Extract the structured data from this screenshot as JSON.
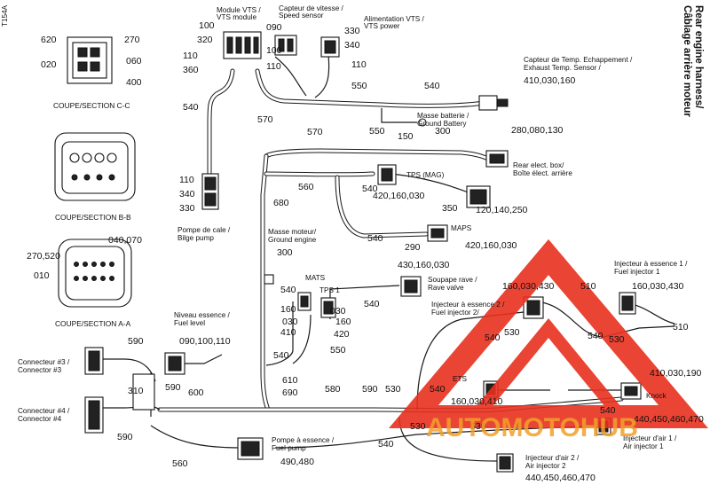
{
  "doc_code": "T154A",
  "title": {
    "en": "Rear engine harness/",
    "fr": "Câblage arrière moteur"
  },
  "sections": {
    "cc": "COUPE/SECTION C-C",
    "bb": "COUPE/SECTION B-B",
    "aa": "COUPE/SECTION A-A"
  },
  "components": {
    "module_vts": "Module VTS /",
    "vts_module": "VTS module",
    "speed_fr": "Capteur de vitesse /",
    "speed_en": "Speed sensor",
    "alim_fr": "Alimentation VTS /",
    "alim_en": "VTS power",
    "exhaust_fr": "Capteur de Temp. Echappement /",
    "exhaust_en": "Exhaust Temp. Sensor /",
    "battery_fr": "Masse batterie /",
    "battery_en": "Ground Battery",
    "elect_box_en": "Rear elect. box/",
    "elect_box_fr": "Boîte élect. arrière",
    "tps_mag": "TPS (MAG)",
    "engine_gnd_fr": "Masse moteur/",
    "engine_gnd_en": "Ground engine",
    "maps": "MAPS",
    "bilge_fr": "Pompe de cale /",
    "bilge_en": "Bilge pump",
    "mats": "MATS",
    "tps1": "TPS 1",
    "rave_fr": "Soupape rave /",
    "rave_en": "Rave valve",
    "inj2_fr": "Injecteur à essence 2 /",
    "inj2_en": "Fuel injector 2/",
    "inj1_fr": "Injecteur à essence 1 /",
    "inj1_en": "Fuel injector 1",
    "level_fr": "Niveau essence /",
    "level_en": "Fuel level",
    "conn3_fr": "Connecteur #3 /",
    "conn3_en": "Connector #3",
    "conn4_fr": "Connecteur #4 /",
    "conn4_en": "Connector #4",
    "ets": "ETS",
    "knock": "Knock",
    "pump_fr": "Pompe à essence /",
    "pump_en": "Fuel pump",
    "air1_fr": "Injecteur d'air 1 /",
    "air1_en": "Air injector 1",
    "air2_fr": "Injecteur d'air 2 /",
    "air2_en": "Air injector 2"
  },
  "refs": {
    "r620": "620",
    "r270": "270",
    "r020": "020",
    "r060": "060",
    "r400": "400",
    "r040_070": "040,070",
    "r270_520": "270,520",
    "r010": "010",
    "r100a": "100",
    "r320": "320",
    "r110a": "110",
    "r360": "360",
    "r090": "090",
    "r100b": "100",
    "r110b": "110",
    "r330a": "330",
    "r340a": "340",
    "r110c": "110",
    "r550a": "550",
    "r540a": "540",
    "r540b": "540",
    "r570a": "570",
    "r410_030_160": "410,030,160",
    "r550b": "550",
    "r150": "150",
    "r300a": "300",
    "r570b": "570",
    "r280_080_130": "280,080,130",
    "r540c": "540",
    "r420_160_030": "420,160,030",
    "r560a": "560",
    "r680": "680",
    "r350": "350",
    "r120_140_250": "120,140,250",
    "r110d": "110",
    "r340b": "340",
    "r330b": "330",
    "r540d": "540",
    "r290": "290",
    "r420_160_030b": "420,160,030",
    "r300b": "300",
    "r540e": "540",
    "r160a": "160",
    "r030a": "030",
    "r410a": "410",
    "r540f": "540",
    "r030b": "030",
    "r160b": "160",
    "r420": "420",
    "r550c": "550",
    "r430_160_030": "430,160,030",
    "r540g": "540",
    "r160_030_430a": "160,030,430",
    "r510a": "510",
    "r540h": "540",
    "r530a": "530",
    "r160_030_430b": "160,030,430",
    "r510b": "510",
    "r530b": "530",
    "r540i": "540",
    "r590a": "590",
    "r090_100_110": "090,100,110",
    "r610": "610",
    "r690": "690",
    "r310": "310",
    "r590b": "590",
    "r600": "600",
    "r580": "580",
    "r590c": "590",
    "r530c": "530",
    "r540j": "540",
    "r160_030_410": "160,030,410",
    "r410_030_190": "410,030,190",
    "r540k": "540",
    "r440_450_460_470a": "440,450,460,470",
    "r530d": "530",
    "r530e": "530",
    "r590d": "590",
    "r540l": "540",
    "r490_480": "490,480",
    "r560b": "560",
    "r440_450_460_470b": "440,450,460,470"
  },
  "watermark": {
    "text": "AUTOMOTOHUB",
    "color": "#e8301f",
    "color2": "#f2a12a"
  }
}
